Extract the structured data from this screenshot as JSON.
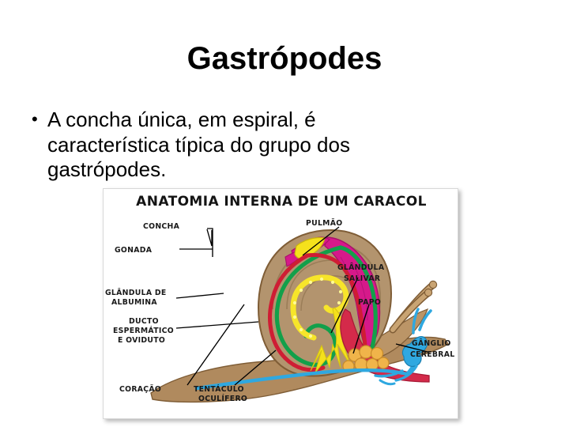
{
  "slide": {
    "title": "Gastrópodes",
    "background_color": "#ffffff",
    "text_color": "#000000"
  },
  "body": {
    "bullet_mark": "•",
    "bullet_text": "A concha única, em espiral, é característica típica do grupo dos gastrópodes."
  },
  "figure": {
    "title": "ANATOMIA INTERNA DE UM CARACOL",
    "frame_border_color": "#d8d8d8",
    "labels": {
      "concha": "CONCHA",
      "gonada": "GONADA",
      "glandula_albumina_l1": "GLÂNDULA DE",
      "glandula_albumina_l2": "ALBUMINA",
      "ducto_l1": "DUCTO",
      "ducto_l2": "ESPERMÁTICO",
      "ducto_l3": "E OVIDUTO",
      "coracao": "CORAÇÃO",
      "tentaculo_l1": "TENTÁCULO",
      "tentaculo_l2": "OCULÍFERO",
      "pulmao": "PULMÃO",
      "glandula_salivar_l1": "GLÂNDULA",
      "glandula_salivar_l2": "SALIVAR",
      "papo": "PAPO",
      "ganglio_l1": "GÂNGLIO",
      "ganglio_l2": "CEREBRAL"
    },
    "colors": {
      "shell_body": "#b3946e",
      "shell_shade": "#9a7d58",
      "lung_magenta": "#d6198a",
      "gonad_yellow": "#f5e11c",
      "duct_green": "#12a04a",
      "duct_red": "#cf1d34",
      "digestive_red": "#d42a4a",
      "crop_orange": "#f0b44a",
      "nerve_blue": "#2fa8e0",
      "body_tan": "#b08a5e",
      "albumin_yellow": "#f7e52a"
    }
  }
}
